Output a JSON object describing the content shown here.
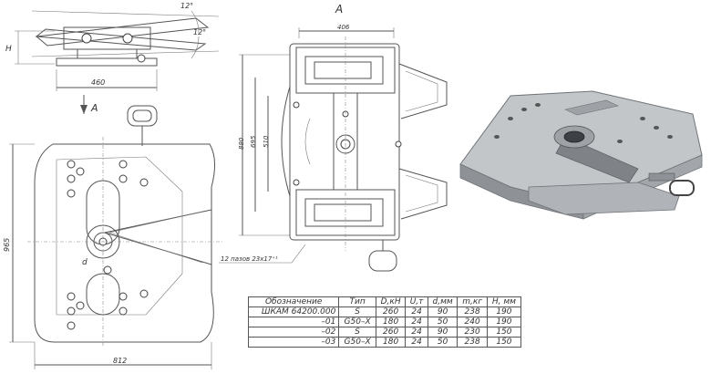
{
  "side_view": {
    "angle_top": "12°",
    "angle_bottom": "12°",
    "height_label": "H",
    "width_label": "460",
    "view_arrow": "A"
  },
  "plan_view": {
    "width_label": "812",
    "height_label": "965",
    "detail_label": "d"
  },
  "view_a": {
    "title": "A",
    "width_label": "406",
    "height_outer_label": "880",
    "height_mid_label": "695",
    "height_inner_label": "510",
    "holes_note": "12 пазов 23х17⁺¹"
  },
  "spec_table": {
    "headers": [
      "Обозначение",
      "Тип",
      "D,кН",
      "U,т",
      "d,мм",
      "m,кг",
      "H, мм"
    ],
    "rows": [
      [
        "ШКАМ 64200.000",
        "S",
        "260",
        "24",
        "90",
        "238",
        "190"
      ],
      [
        "–01",
        "G50–X",
        "180",
        "24",
        "50",
        "240",
        "190"
      ],
      [
        "–02",
        "S",
        "260",
        "24",
        "90",
        "230",
        "150"
      ],
      [
        "–03",
        "G50–X",
        "180",
        "24",
        "50",
        "238",
        "150"
      ]
    ]
  },
  "colors": {
    "line": "#555555",
    "render_body": "#b9bcbf",
    "render_shadow": "#8e9296"
  }
}
